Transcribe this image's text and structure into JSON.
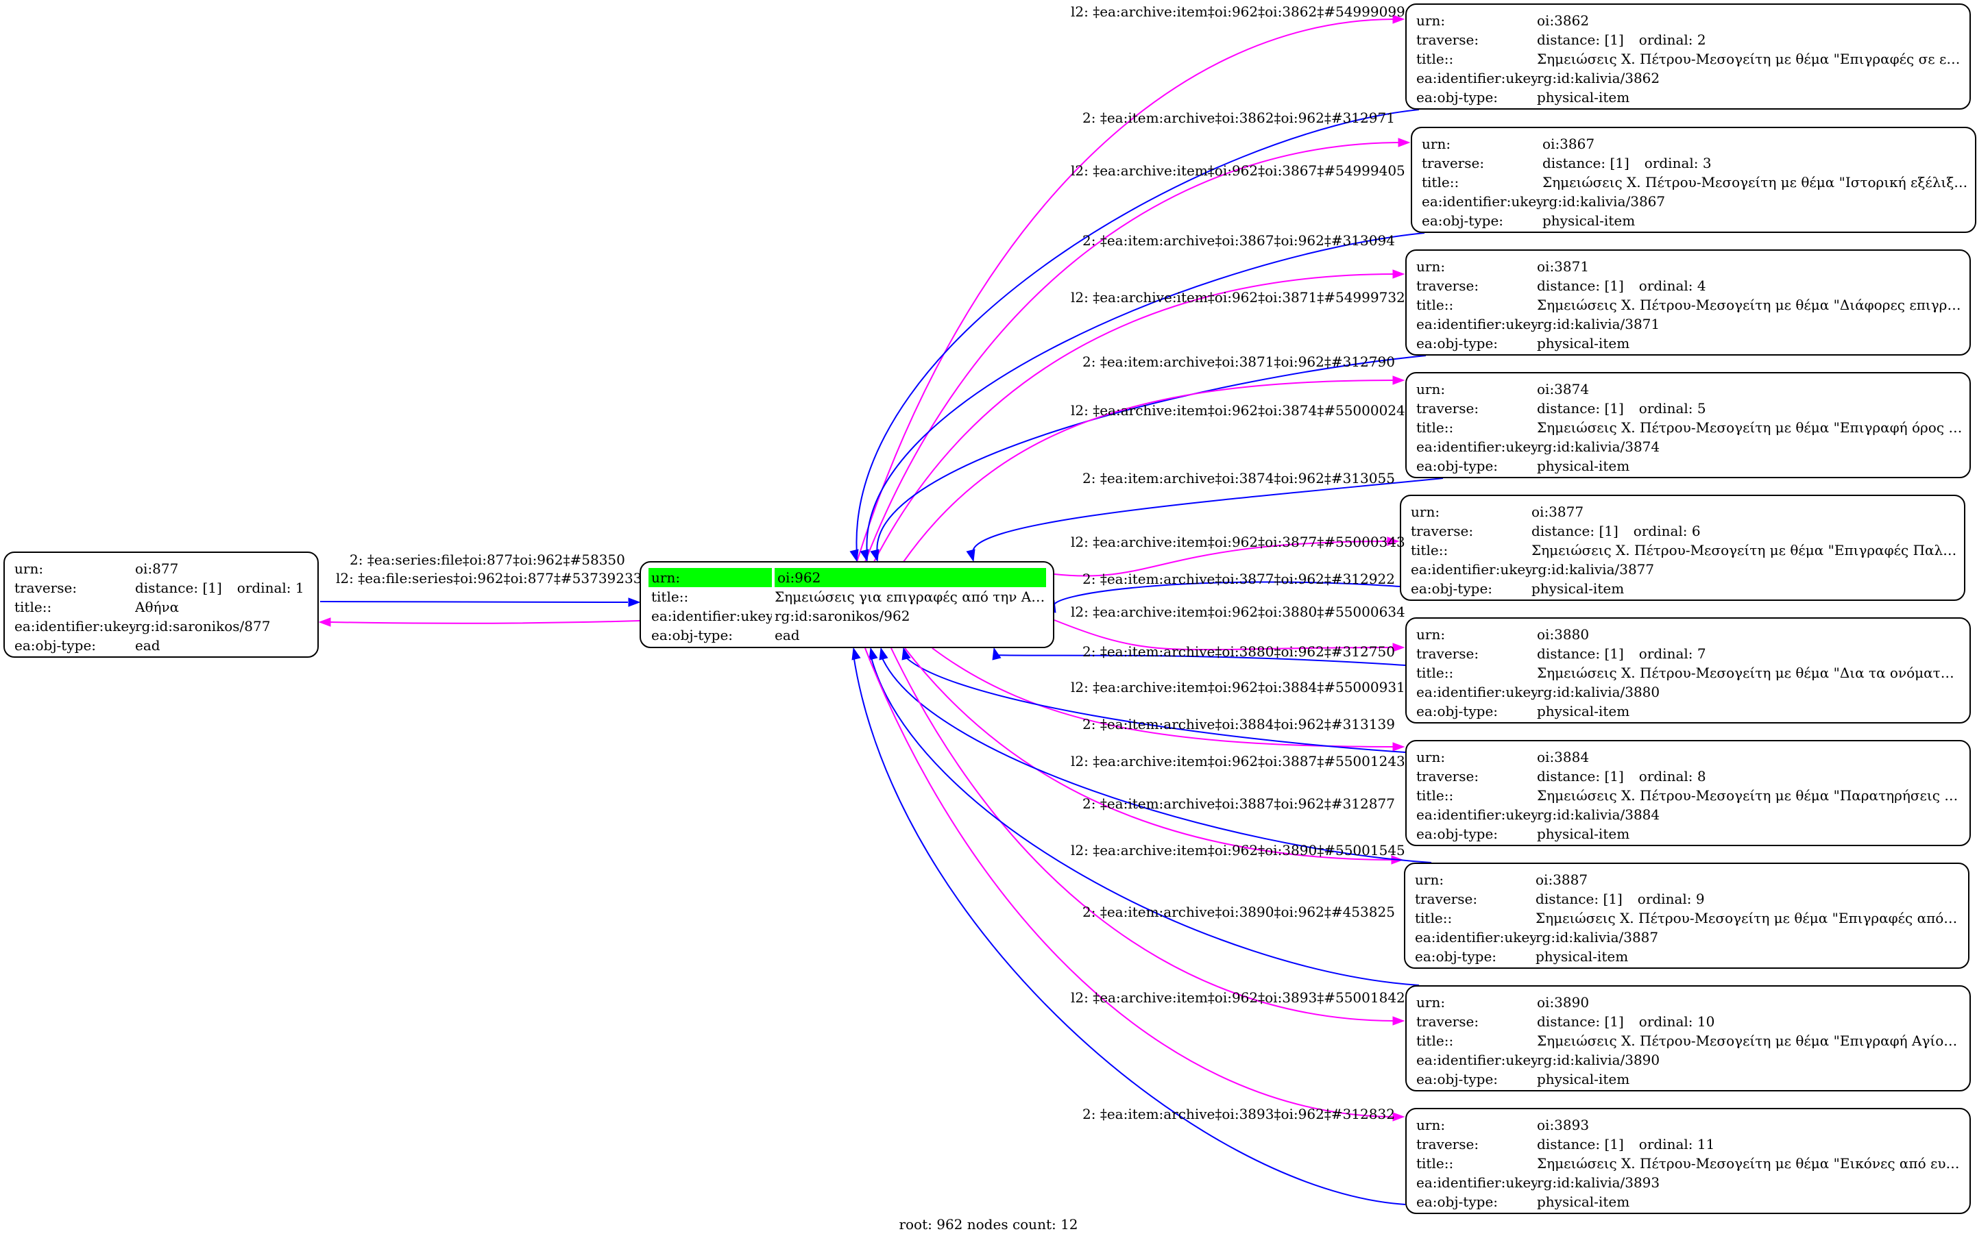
{
  "graph": {
    "root_node": {
      "rows": [
        {
          "key": "urn:",
          "value": "oi:962"
        },
        {
          "key": "title::",
          "value": "Σημειώσεις για επιγραφές από την Αττική"
        },
        {
          "key": "ea:identifier:ukey",
          "value": "rg:id:saronikos/962"
        },
        {
          "key": "ea:obj-type:",
          "value": "ead"
        }
      ],
      "highlight_color": "#00ff00"
    },
    "parent_node": {
      "urn": "oi:877",
      "distance": "distance: [1]",
      "ordinal": "ordinal: 1",
      "title": "Αθήνα",
      "ukey": "rg:id:saronikos/877",
      "obj_type": "ead"
    },
    "row_keys": {
      "urn": "urn:",
      "traverse": "traverse:",
      "title": "title::",
      "ukey": "ea:identifier:ukey",
      "obj_type": "ea:obj-type:"
    },
    "parent_edges": {
      "out_label": "2: ‡ea:series:file‡oi:877‡oi:962‡#58350",
      "in_label": "l2: ‡ea:file:series‡oi:962‡oi:877‡#53739233"
    },
    "children": [
      {
        "urn": "oi:3862",
        "distance": "distance: [1]",
        "ordinal": "ordinal: 2",
        "title": "Σημειώσεις Χ. Πέτρου-Μεσογείτη με θέμα \"Επιγραφές σε εκκλη...",
        "ukey": "rg:id:kalivia/3862",
        "obj_type": "physical-item",
        "out_label": "l2: ‡ea:archive:item‡oi:962‡oi:3862‡#54999099",
        "in_label": "2: ‡ea:item:archive‡oi:3862‡oi:962‡#312971"
      },
      {
        "urn": "oi:3867",
        "distance": "distance: [1]",
        "ordinal": "ordinal: 3",
        "title": "Σημειώσεις Χ. Πέτρου-Μεσογείτη με θέμα \"Ιστορική εξέλιξη σ...",
        "ukey": "rg:id:kalivia/3867",
        "obj_type": "physical-item",
        "out_label": "l2: ‡ea:archive:item‡oi:962‡oi:3867‡#54999405",
        "in_label": "2: ‡ea:item:archive‡oi:3867‡oi:962‡#313094"
      },
      {
        "urn": "oi:3871",
        "distance": "distance: [1]",
        "ordinal": "ordinal: 4",
        "title": "Σημειώσεις Χ. Πέτρου-Μεσογείτη με θέμα \"Διάφορες επιγραφές...",
        "ukey": "rg:id:kalivia/3871",
        "obj_type": "physical-item",
        "out_label": "l2: ‡ea:archive:item‡oi:962‡oi:3871‡#54999732",
        "in_label": "2: ‡ea:item:archive‡oi:3871‡oi:962‡#312790"
      },
      {
        "urn": "oi:3874",
        "distance": "distance: [1]",
        "ordinal": "ordinal: 5",
        "title": "Σημειώσεις Χ. Πέτρου-Μεσογείτη με θέμα \"Επιγραφή όρος Λαοδ...",
        "ukey": "rg:id:kalivia/3874",
        "obj_type": "physical-item",
        "out_label": "l2: ‡ea:archive:item‡oi:962‡oi:3874‡#55000024",
        "in_label": "2: ‡ea:item:archive‡oi:3874‡oi:962‡#313055"
      },
      {
        "urn": "oi:3877",
        "distance": "distance: [1]",
        "ordinal": "ordinal: 6",
        "title": "Σημειώσεις Χ. Πέτρου-Μεσογείτη με θέμα \"Επιγραφές Παλλήνης...",
        "ukey": "rg:id:kalivia/3877",
        "obj_type": "physical-item",
        "out_label": "l2: ‡ea:archive:item‡oi:962‡oi:3877‡#55000343",
        "in_label": "2: ‡ea:item:archive‡oi:3877‡oi:962‡#312922"
      },
      {
        "urn": "oi:3880",
        "distance": "distance: [1]",
        "ordinal": "ordinal: 7",
        "title": "Σημειώσεις Χ. Πέτρου-Μεσογείτη με θέμα \"Δια τα ονόματα των...",
        "ukey": "rg:id:kalivia/3880",
        "obj_type": "physical-item",
        "out_label": "l2: ‡ea:archive:item‡oi:962‡oi:3880‡#55000634",
        "in_label": "2: ‡ea:item:archive‡oi:3880‡oi:962‡#312750"
      },
      {
        "urn": "oi:3884",
        "distance": "distance: [1]",
        "ordinal": "ordinal: 8",
        "title": "Σημειώσεις Χ. Πέτρου-Μεσογείτη με θέμα \"Παρατηρήσεις στην ...",
        "ukey": "rg:id:kalivia/3884",
        "obj_type": "physical-item",
        "out_label": "l2: ‡ea:archive:item‡oi:962‡oi:3884‡#55000931",
        "in_label": "2: ‡ea:item:archive‡oi:3884‡oi:962‡#313139"
      },
      {
        "urn": "oi:3887",
        "distance": "distance: [1]",
        "ordinal": "ordinal: 9",
        "title": "Σημειώσεις Χ. Πέτρου-Μεσογείτη με θέμα \"Επιγραφές από Κρήτ...",
        "ukey": "rg:id:kalivia/3887",
        "obj_type": "physical-item",
        "out_label": "l2: ‡ea:archive:item‡oi:962‡oi:3887‡#55001243",
        "in_label": "2: ‡ea:item:archive‡oi:3887‡oi:962‡#312877"
      },
      {
        "urn": "oi:3890",
        "distance": "distance: [1]",
        "ordinal": "ordinal: 10",
        "title": "Σημειώσεις Χ. Πέτρου-Μεσογείτη με θέμα \"Επιγραφή Αγίου Ιωά...",
        "ukey": "rg:id:kalivia/3890",
        "obj_type": "physical-item",
        "out_label": "l2: ‡ea:archive:item‡oi:962‡oi:3890‡#55001545",
        "in_label": "2: ‡ea:item:archive‡oi:3890‡oi:962‡#453825"
      },
      {
        "urn": "oi:3893",
        "distance": "distance: [1]",
        "ordinal": "ordinal: 11",
        "title": "Σημειώσεις Χ. Πέτρου-Μεσογείτη με θέμα \"Εικόνες από ευρήμα...",
        "ukey": "rg:id:kalivia/3893",
        "obj_type": "physical-item",
        "out_label": "l2: ‡ea:archive:item‡oi:962‡oi:3893‡#55001842",
        "in_label": "2: ‡ea:item:archive‡oi:3893‡oi:962‡#312832"
      }
    ],
    "footer": "root: 962 nodes count: 12",
    "colors": {
      "outgoing_edge": "#ff00ff",
      "incoming_edge": "#0000ff",
      "node_border": "#000000"
    }
  }
}
